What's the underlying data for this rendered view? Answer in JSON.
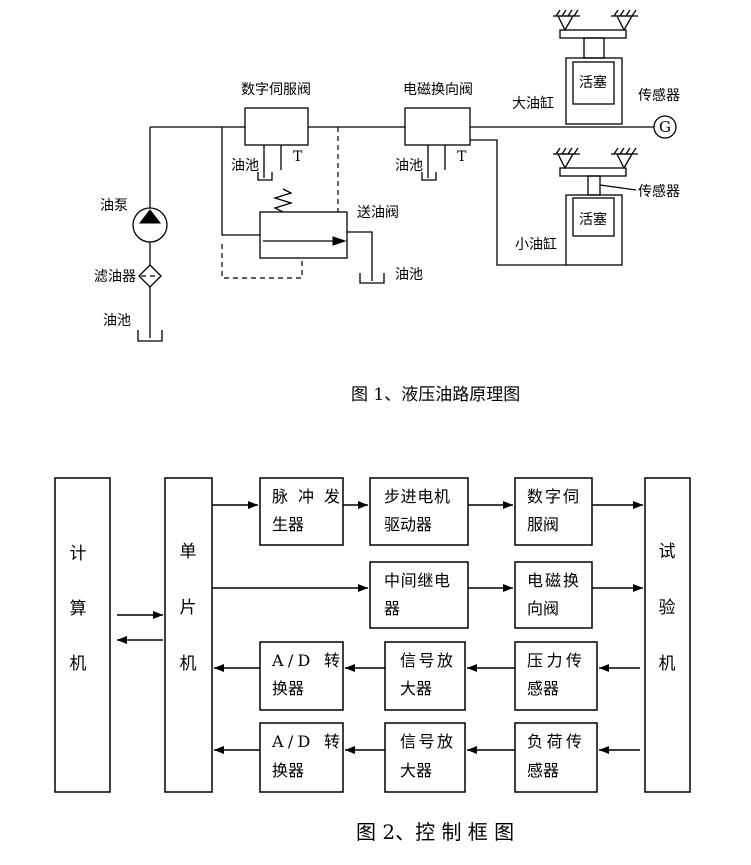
{
  "figure1": {
    "caption": "图 1、液压油路原理图",
    "servo_valve": {
      "label": "数字伺服阀",
      "tank_label": "油池",
      "port_label": "T"
    },
    "directional_valve": {
      "label": "电磁换向阀",
      "tank_label": "油池",
      "port_label": "T"
    },
    "large_cylinder": {
      "label": "大油缸",
      "piston_label": "活塞",
      "sensor_label": "传感器",
      "sensor_symbol": "G"
    },
    "small_cylinder": {
      "label": "小油缸",
      "piston_label": "活塞",
      "sensor_label": "传感器"
    },
    "pump": {
      "label": "油泵"
    },
    "filter": {
      "label": "滤油器"
    },
    "pump_tank": {
      "label": "油池"
    },
    "relief_valve": {
      "label": "送油阀",
      "tank_label": "油池"
    }
  },
  "figure2": {
    "caption": "图 2、控 制 框 图",
    "computer": {
      "chars": [
        "计",
        "算",
        "机"
      ]
    },
    "mcu": {
      "chars": [
        "单",
        "片",
        "机"
      ]
    },
    "test_machine": {
      "chars": [
        "试",
        "验",
        "机"
      ]
    },
    "pulse_generator": {
      "lines": [
        "脉冲发",
        "生器"
      ]
    },
    "stepper_driver": {
      "lines": [
        "步进电机",
        "驱动器"
      ]
    },
    "servo_valve": {
      "lines": [
        "数字伺",
        "服阀"
      ]
    },
    "relay": {
      "lines": [
        "中间继电",
        "器"
      ]
    },
    "directional_valve": {
      "lines": [
        "电磁换",
        "向阀"
      ]
    },
    "ad_converter_1": {
      "lines": [
        "A/D 转",
        "换器"
      ]
    },
    "amplifier_1": {
      "lines": [
        "信号放",
        "大器"
      ]
    },
    "pressure_sensor": {
      "lines": [
        "压力传",
        "感器"
      ]
    },
    "ad_converter_2": {
      "lines": [
        "A/D 转",
        "换器"
      ]
    },
    "amplifier_2": {
      "lines": [
        "信号放",
        "大器"
      ]
    },
    "load_sensor": {
      "lines": [
        "负荷传",
        "感器"
      ]
    }
  }
}
